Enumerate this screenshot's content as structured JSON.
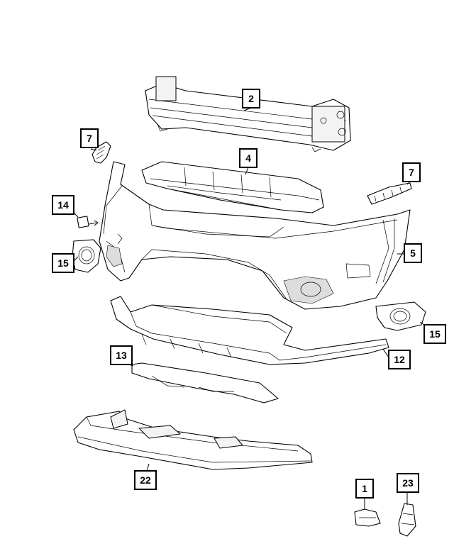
{
  "diagram": {
    "callouts": [
      {
        "id": "c2",
        "label": "2"
      },
      {
        "id": "c7a",
        "label": "7"
      },
      {
        "id": "c4",
        "label": "4"
      },
      {
        "id": "c7b",
        "label": "7"
      },
      {
        "id": "c14",
        "label": "14"
      },
      {
        "id": "c15a",
        "label": "15"
      },
      {
        "id": "c5",
        "label": "5"
      },
      {
        "id": "c15b",
        "label": "15"
      },
      {
        "id": "c13",
        "label": "13"
      },
      {
        "id": "c12",
        "label": "12"
      },
      {
        "id": "c22",
        "label": "22"
      },
      {
        "id": "c1",
        "label": "1"
      },
      {
        "id": "c23",
        "label": "23"
      }
    ]
  }
}
